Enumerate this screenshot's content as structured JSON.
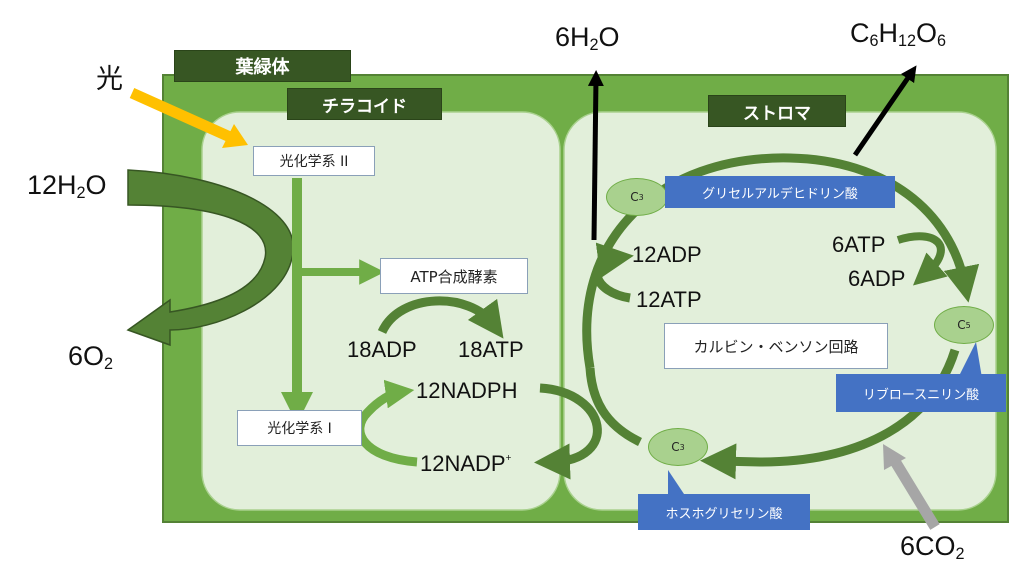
{
  "chloroplast": {
    "label": "葉緑体"
  },
  "thylakoid": {
    "label": "チラコイド"
  },
  "stroma": {
    "label": "ストロマ"
  },
  "light": {
    "label": "光"
  },
  "water_in": {
    "pre": "12H",
    "sub": "2",
    "post": "O"
  },
  "oxygen_out": {
    "pre": "6O",
    "sub": "2"
  },
  "photosystem2": {
    "label": "光化学系 II"
  },
  "photosystem1": {
    "label": "光化学系 I"
  },
  "atp_synthase": {
    "label": "ATP合成酵素"
  },
  "thylakoid_adp": {
    "label": "18ADP"
  },
  "thylakoid_atp": {
    "label": "18ATP"
  },
  "nadph": {
    "label": "12NADPH"
  },
  "nadp": {
    "label": "12NADP",
    "sup": "+"
  },
  "water_out": {
    "pre": "6H",
    "sub": "2",
    "post": "O"
  },
  "glucose": {
    "c": "C",
    "c_sub": "6",
    "h": "H",
    "h_sub": "12",
    "o": "O",
    "o_sub": "6"
  },
  "co2_in": {
    "pre": "6CO",
    "sub": "2"
  },
  "cycle_adp": {
    "label": "12ADP"
  },
  "cycle_atp": {
    "label": "12ATP"
  },
  "side_atp": {
    "label": "6ATP"
  },
  "side_adp": {
    "label": "6ADP"
  },
  "calvin_cycle": {
    "label": "カルビン・ベンソン回路"
  },
  "c3_top": {
    "letter": "C",
    "sub": "3"
  },
  "c3_bottom": {
    "letter": "C",
    "sub": "3"
  },
  "c5": {
    "letter": "C",
    "sub": "5"
  },
  "gap_tag": {
    "label": "グリセルアルデヒドリン酸"
  },
  "rubp_tag": {
    "label": "リブロースニリン酸"
  },
  "pga_tag": {
    "label": "ホスホグリセリン酸"
  },
  "colors": {
    "chloroplast_green": "#70ad47",
    "compartment_fill": "#e2efda",
    "dark_green": "#375623",
    "arrow_green": "#548235",
    "light_arrow": "#ffc000",
    "tag_blue": "#4472c4",
    "co2_arrow": "#a6a6a6"
  }
}
